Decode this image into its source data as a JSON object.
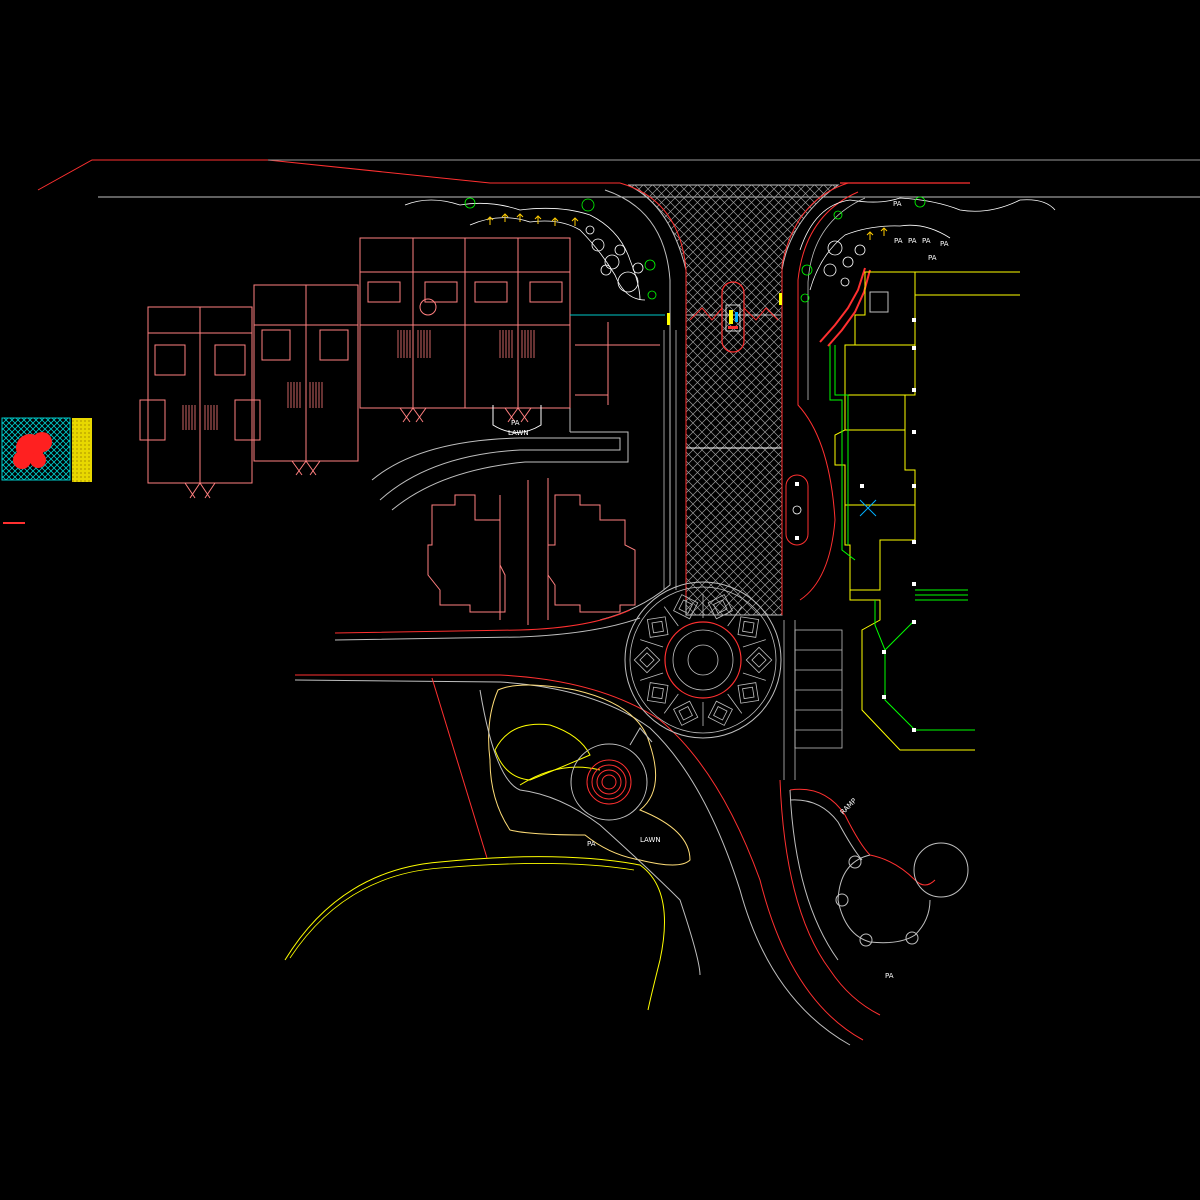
{
  "drawing": {
    "labels": {
      "pa_north": "PA",
      "pa_cluster_1": "PA",
      "pa_cluster_2": "PA",
      "pa_cluster_3": "PA",
      "pa_cluster_4": "PA",
      "pa_cluster_5": "PA",
      "pa_court": "PA",
      "lawn_court": "LAWN",
      "pa_garden": "PA",
      "lawn_garden": "LAWN",
      "pa_southeast": "PA",
      "ramp": "RAMP"
    },
    "colors": {
      "background": "#000000",
      "building": "#ff7f7f",
      "boundary": "#ff0000",
      "planting": "#ffffff",
      "yellow": "#ffff00",
      "green": "#00ff00",
      "grey": "#808080",
      "hatch": "#9a9a9a"
    }
  }
}
